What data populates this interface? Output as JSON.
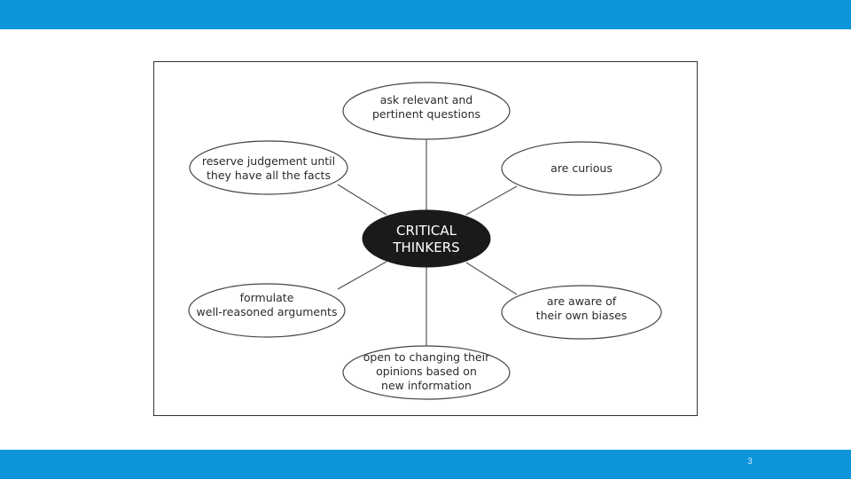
{
  "colors": {
    "accent": "#0d95db",
    "center_fill": "#1a1a1a",
    "line": "#555555"
  },
  "slide": {
    "page_number": "3"
  },
  "diagram": {
    "center": {
      "line1": "CRITICAL",
      "line2": "THINKERS"
    },
    "nodes": {
      "ask": {
        "line1": "ask relevant and",
        "line2": "pertinent questions"
      },
      "curious": {
        "line1": "are curious"
      },
      "biases": {
        "line1": "are aware of",
        "line2": "their own biases"
      },
      "open": {
        "line1": "open to changing their",
        "line2": "opinions based on",
        "line3": "new information"
      },
      "formulate": {
        "line1": "formulate",
        "line2": "well-reasoned arguments"
      },
      "reserve": {
        "line1": "reserve judgement until",
        "line2": "they have all the facts"
      }
    }
  }
}
